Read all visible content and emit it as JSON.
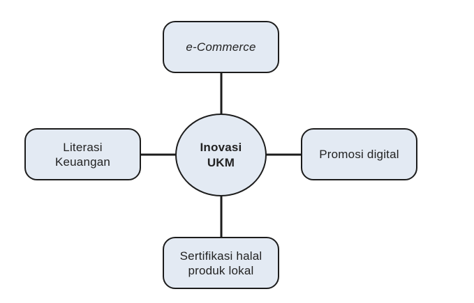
{
  "diagram": {
    "center": {
      "label": "Inovasi\nUKM"
    },
    "nodes": {
      "top": {
        "label": "e-Commerce"
      },
      "left": {
        "label": "Literasi\nKeuangan"
      },
      "right": {
        "label": "Promosi digital"
      },
      "bottom": {
        "label": "Sertifikasi halal\nproduk lokal"
      }
    },
    "colors": {
      "node_fill": "#e3eaf3",
      "stroke": "#1c1c1c",
      "background": "#ffffff"
    }
  }
}
